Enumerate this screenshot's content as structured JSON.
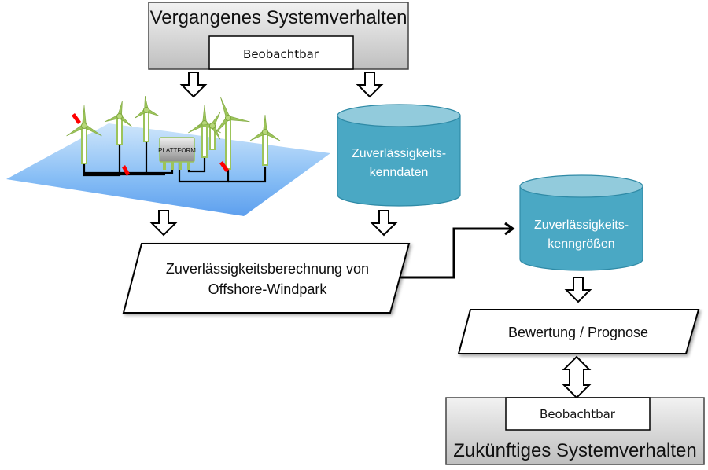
{
  "top_box": {
    "title": "Vergangenes Systemverhalten",
    "inner_label": "Beobachtbar"
  },
  "windpark": {
    "platform_label": "PLATTFORM",
    "turbine_count": 7,
    "fault_markers": 3
  },
  "db_kenndaten": {
    "line1": "Zuverlässigkeits-",
    "line2": "kenndaten"
  },
  "calc_box": {
    "line1": "Zuverlässigkeitsberechnung von",
    "line2": "Offshore-Windpark"
  },
  "db_kenngroessen": {
    "line1": "Zuverlässigkeits-",
    "line2": "kenngrößen"
  },
  "eval_box": {
    "label": "Bewertung / Prognose"
  },
  "bottom_box": {
    "title": "Zukünftiges Systemverhalten",
    "inner_label": "Beobachtbar"
  },
  "colors": {
    "cylinder": "#4aa8c4",
    "cylinder_top": "#92cbdc",
    "water": "#6aaaf0",
    "turbine": "#9cc45a",
    "fault": "#ff0000",
    "grey_box": "#d9d9d9"
  }
}
